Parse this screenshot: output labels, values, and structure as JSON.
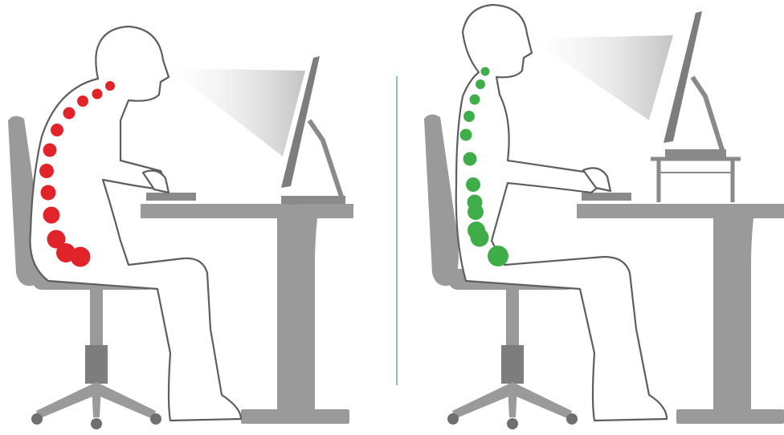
{
  "panels": [
    {
      "key": "bad-posture",
      "spine_color": "#e0242a",
      "vertebrae_count": 12
    },
    {
      "key": "good-posture",
      "spine_color": "#3fae49",
      "vertebrae_count": 12
    }
  ],
  "colors": {
    "furniture": "#9a9a9a",
    "furniture_dark": "#7d7d7d",
    "outline": "#5e5e5e",
    "divider": "#2e8b57",
    "screen_glow": "#d9d9d9"
  }
}
